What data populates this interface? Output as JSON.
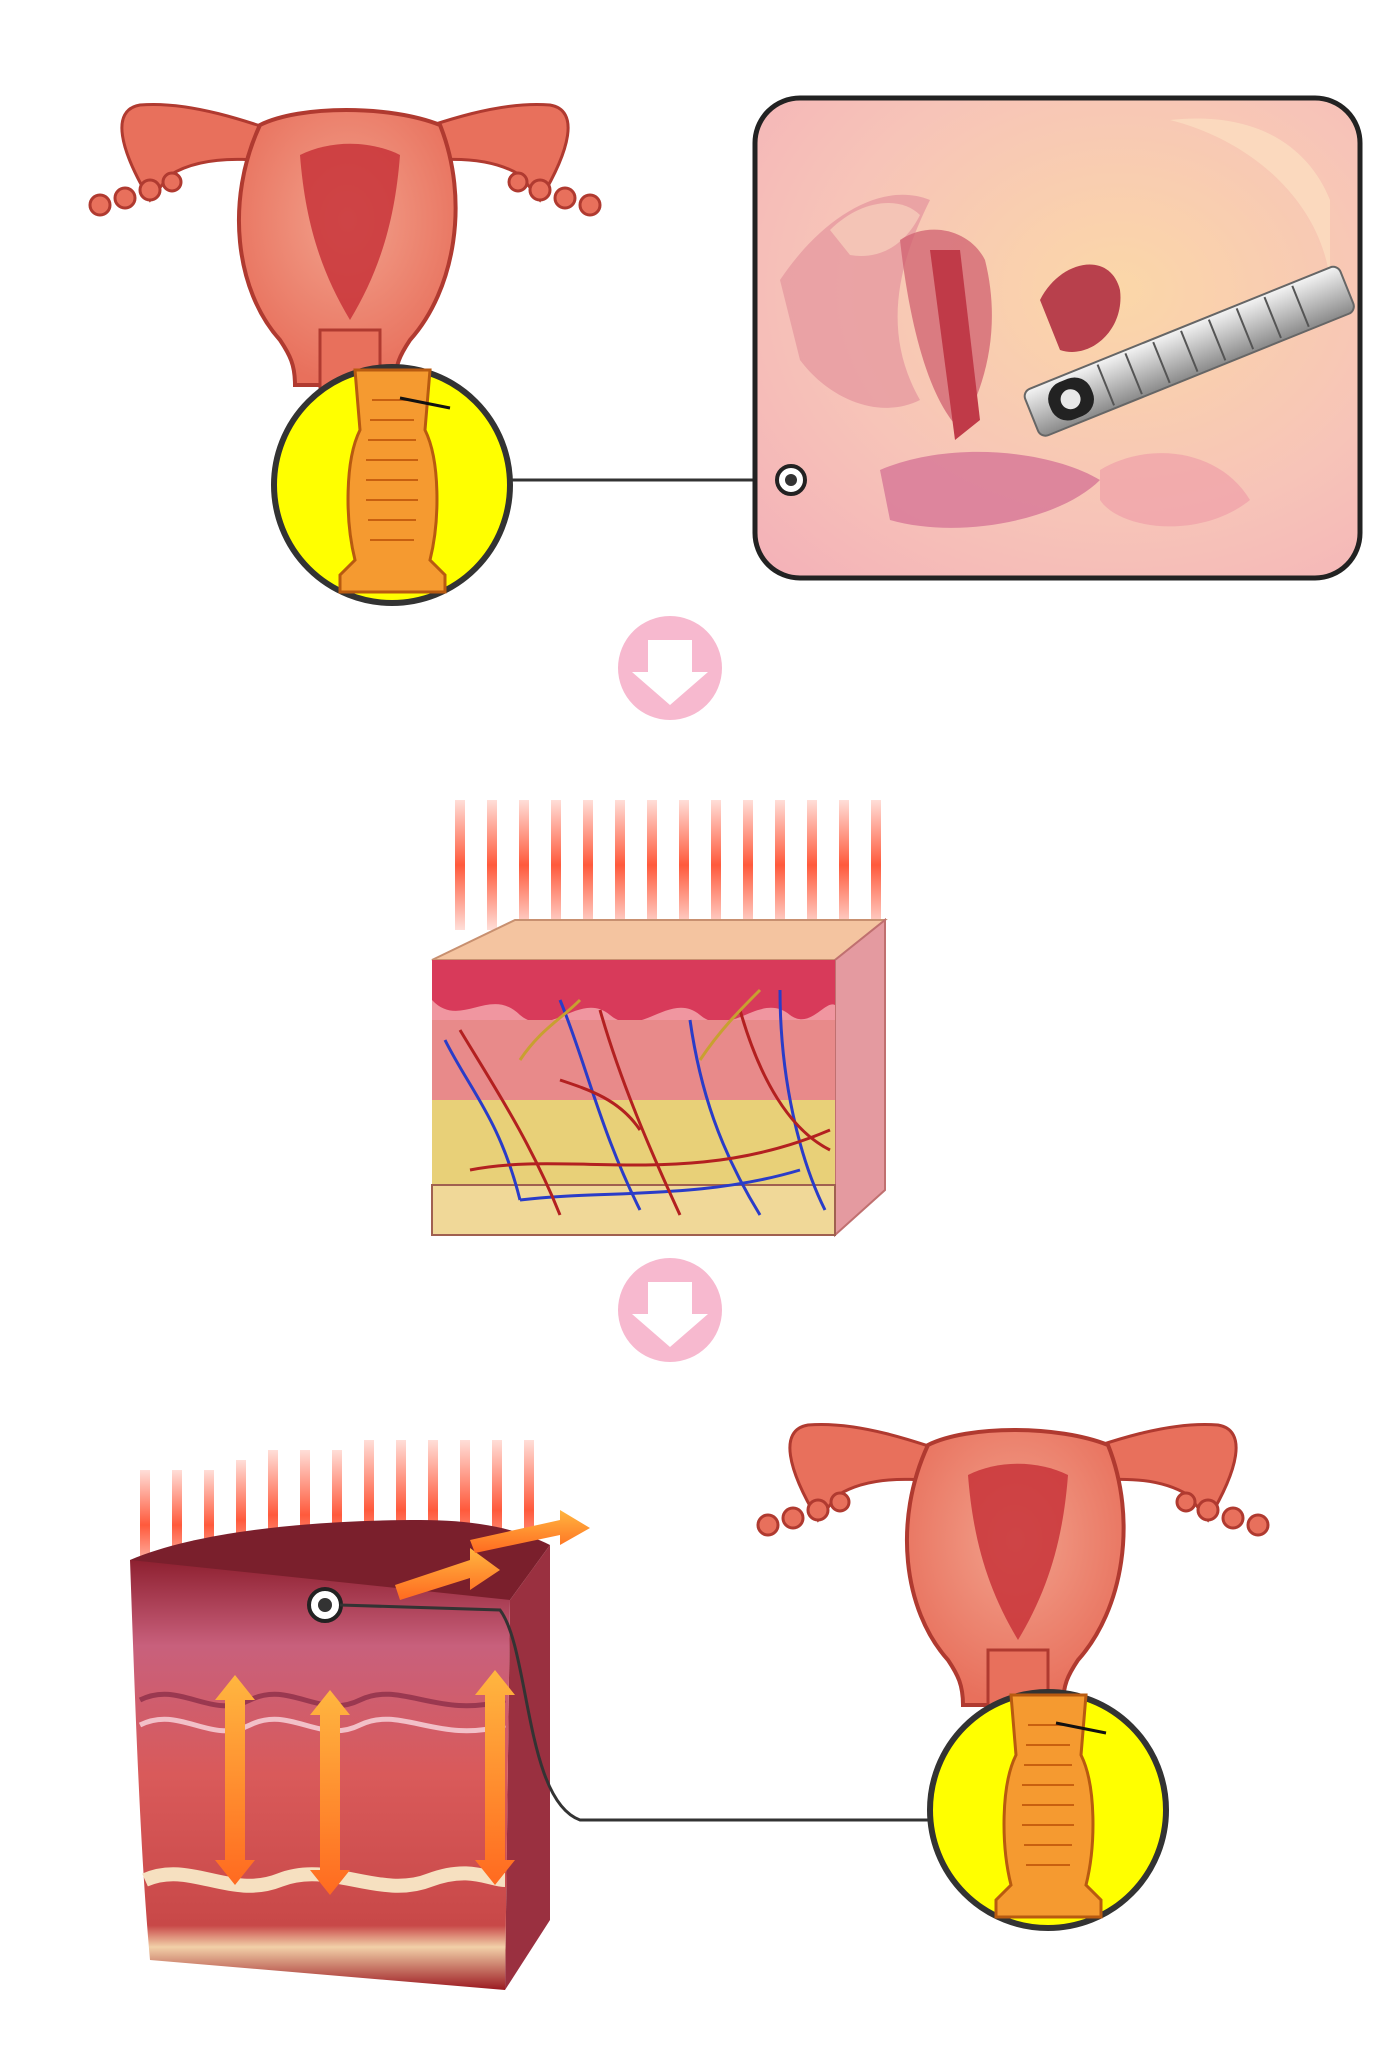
{
  "diagram": {
    "panels": [
      {
        "id": "uterus-top",
        "depicts": "uterus-cross-section"
      },
      {
        "id": "probe-inset",
        "depicts": "pelvic-side-view-with-probe"
      },
      {
        "id": "skin-block",
        "depicts": "tissue-layers-with-vessels"
      },
      {
        "id": "heated-tissue",
        "depicts": "heated-tissue-block"
      },
      {
        "id": "uterus-bottom",
        "depicts": "uterus-cross-section"
      }
    ],
    "arrows": [
      "down-arrow-icon",
      "down-arrow-icon"
    ],
    "colors": {
      "uterus": "#e8705c",
      "uterus_inner": "#c8343a",
      "highlight_circle": "#ffff00",
      "arrow_circle": "#f7b9cf",
      "heat_rays": "#ff5a3c",
      "dermis": "#e88a8a",
      "fat": "#e8d078",
      "artery": "#b32020",
      "vein": "#2a3cc8",
      "heated_block": "#c2455a"
    }
  }
}
